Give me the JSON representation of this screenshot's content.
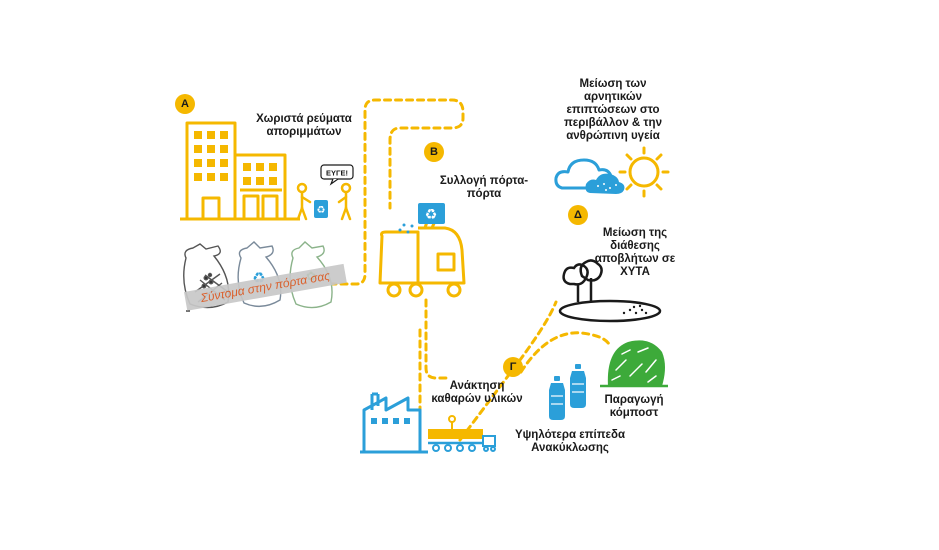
{
  "colors": {
    "yellow": "#f5b800",
    "blue": "#2b9fd9",
    "green": "#3daa3a",
    "dark": "#1a1a1a",
    "orange": "#d9541c"
  },
  "steps": {
    "a": {
      "badge": "Α",
      "label": "Χωριστά ρεύματα αποριμμάτων"
    },
    "b": {
      "badge": "Β",
      "label": "Συλλογή πόρτα-πόρτα"
    },
    "c": {
      "badge": "Γ",
      "label": "Ανάκτηση καθαρών υλικών"
    },
    "d": {
      "badge": "Δ",
      "label": "Μείωση της διάθεσης αποβλήτων σε ΧΥΤΑ"
    }
  },
  "top_right_label": "Μείωση των αρνητικών επιπτώσεων στο περιβάλλον & την ανθρώπινη υγεία",
  "recycling_label": "Υψηλότερα επίπεδα Ανακύκλωσης",
  "compost_label": "Παραγωγή κόμποστ",
  "ribbon_text": "Σύντομα στην πόρτα σας",
  "speech_bubble": "ΕΥΓΕ!",
  "icons": [
    "building-icon",
    "people-recycling-icon",
    "waste-bag-icon",
    "garbage-truck-icon",
    "cloud-sun-icon",
    "landfill-icon",
    "factory-icon",
    "bottles-icon",
    "compost-heap-icon"
  ]
}
